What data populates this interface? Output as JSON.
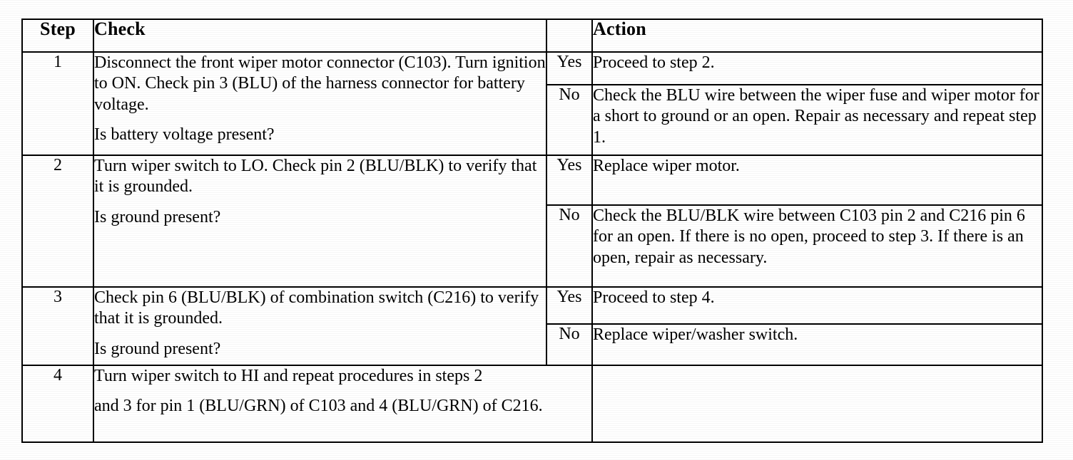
{
  "document": {
    "type": "diagnostic-troubleshooting-table",
    "columns": {
      "step": "Step",
      "check": "Check",
      "yesno": "",
      "action": "Action"
    },
    "answers": {
      "yes": "Yes",
      "no": "No"
    },
    "rows": [
      {
        "step": "1",
        "check_paragraphs": [
          "Disconnect the front wiper motor connector (C103). Turn ignition to ON. Check pin 3 (BLU) of the harness connector for battery voltage.",
          "Is battery voltage present?"
        ],
        "yes_action": "Proceed to step 2.",
        "no_action": "Check the BLU wire between the wiper fuse and wiper motor for a short to ground or an open.  Repair as necessary and repeat step 1."
      },
      {
        "step": "2",
        "check_paragraphs": [
          "Turn wiper switch to LO. Check pin 2 (BLU/BLK) to verify that it is grounded.",
          "Is ground present?"
        ],
        "yes_action": "Replace wiper motor.",
        "no_action": "Check the BLU/BLK wire between C103 pin 2 and C216 pin 6 for an open.  If there is no open, proceed to step 3. If there is an open, repair as necessary."
      },
      {
        "step": "3",
        "check_paragraphs": [
          "Check pin 6 (BLU/BLK) of combination switch (C216) to verify that it is grounded.",
          "Is ground present?"
        ],
        "yes_action": "Proceed to step 4.",
        "no_action": "Replace wiper/washer switch."
      },
      {
        "step": "4",
        "check_paragraphs": [
          "Turn wiper switch to HI and repeat procedures in steps 2",
          "and 3 for pin 1 (BLU/GRN) of C103 and 4 (BLU/GRN) of C216."
        ],
        "yes_action": "",
        "no_action": ""
      }
    ],
    "colors": {
      "text": "#000000",
      "background": "#ffffff",
      "border": "#000000"
    }
  }
}
